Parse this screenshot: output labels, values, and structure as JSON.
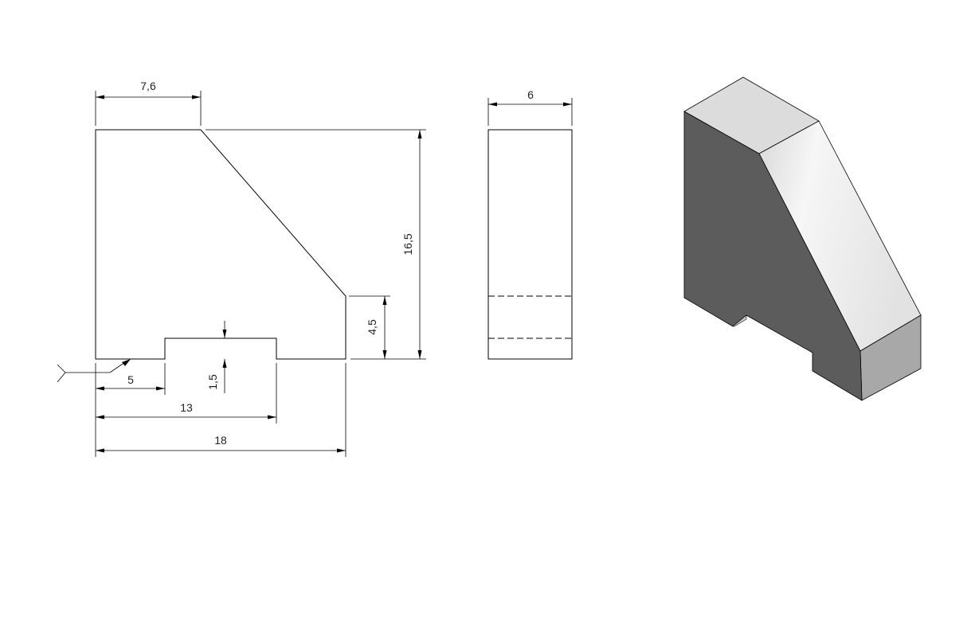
{
  "front_view": {
    "dimensions": {
      "top_width": "7,6",
      "height": "16,5",
      "step_height": "4,5",
      "slot_depth": "1,5",
      "slot_start": "5",
      "slot_end": "13",
      "overall_width": "18"
    }
  },
  "side_view": {
    "dimensions": {
      "thickness": "6"
    }
  },
  "iso_view": {
    "colors": {
      "side_face": "#5c5c5c",
      "top_face": "#dcdcdc",
      "slope_face": "#eeeeee",
      "end_face": "#a8a8a8"
    }
  }
}
